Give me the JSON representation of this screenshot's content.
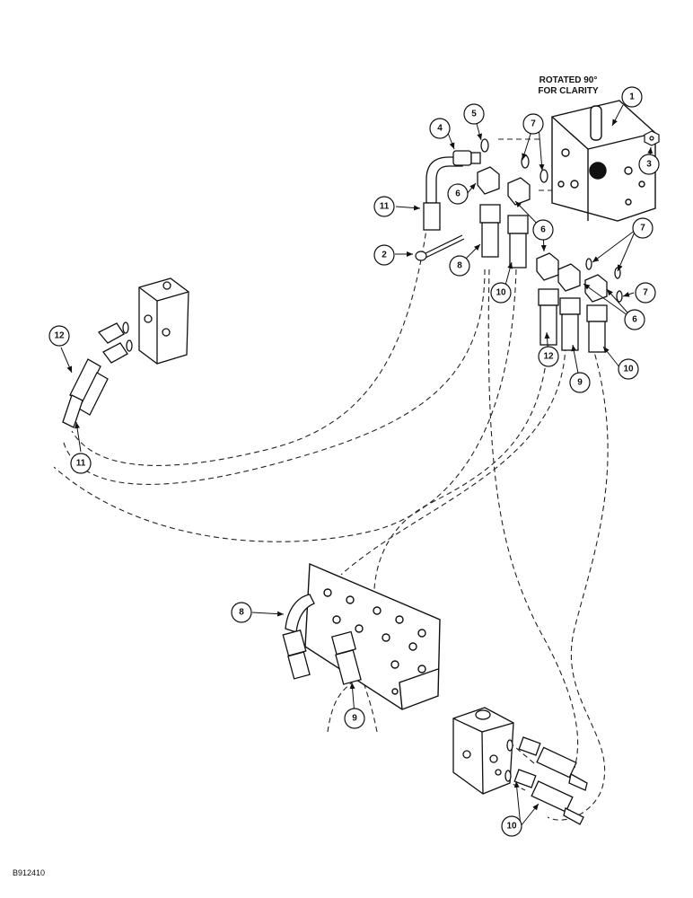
{
  "note": {
    "line1": "ROTATED 90°",
    "line2": "FOR CLARITY"
  },
  "figure_code": "B912410",
  "callouts": [
    "1",
    "2",
    "3",
    "4",
    "5",
    "6",
    "7",
    "8",
    "9",
    "10",
    "11",
    "12"
  ]
}
